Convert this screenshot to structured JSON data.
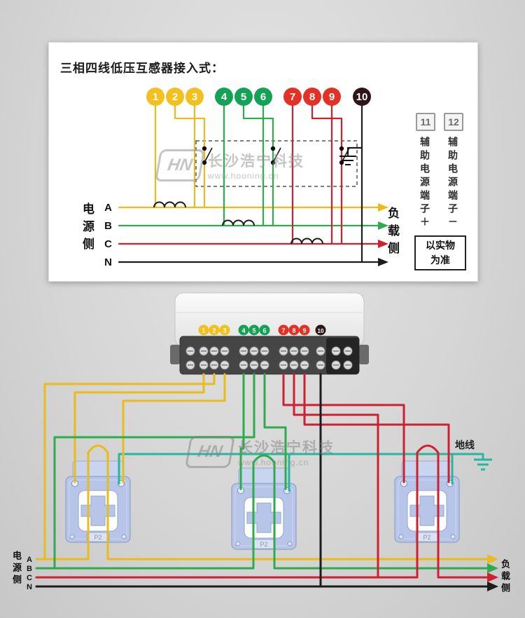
{
  "watermark": {
    "logo": "HN",
    "brand": "长沙浩宁科技",
    "url": "www.hooning.cn"
  },
  "terminals": [
    {
      "num": "1",
      "color": "#f2c11e"
    },
    {
      "num": "2",
      "color": "#f2c11e"
    },
    {
      "num": "3",
      "color": "#f2c11e"
    },
    {
      "num": "4",
      "color": "#14a356"
    },
    {
      "num": "5",
      "color": "#14a356"
    },
    {
      "num": "6",
      "color": "#14a356"
    },
    {
      "num": "7",
      "color": "#e33225"
    },
    {
      "num": "8",
      "color": "#e33225"
    },
    {
      "num": "9",
      "color": "#e33225"
    },
    {
      "num": "10",
      "color": "#2e1518"
    }
  ],
  "top_panel": {
    "title": "三相四线低压互感器接入式：",
    "source_side": "电源侧",
    "load_side": "负载侧",
    "phases": [
      "A",
      "B",
      "C",
      "N"
    ],
    "aux_terminals": [
      {
        "num": "11",
        "label": "辅助电源端子＋"
      },
      {
        "num": "12",
        "label": "辅助电源端子－"
      }
    ],
    "note": [
      "以实物",
      "为准"
    ]
  },
  "bottom_panel": {
    "ct_label": "P2",
    "ground_label": "地线",
    "source_side": "电源侧",
    "load_side": "负载侧",
    "phases": [
      "A",
      "B",
      "C",
      "N"
    ]
  },
  "wire_colors": {
    "phase_a_yellow": "#e9bc1b",
    "phase_b_green": "#2fab4e",
    "phase_c_red": "#cf2030",
    "neutral_black": "#1c1c1c",
    "earth_teal": "#27b79c"
  }
}
